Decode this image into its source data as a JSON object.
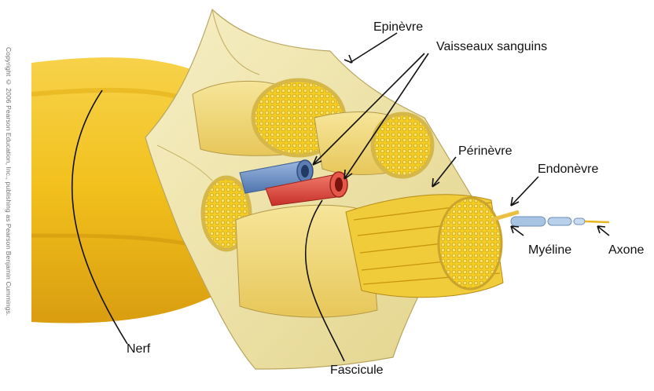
{
  "labels": {
    "epineuvre": "Epinèvre",
    "vaisseaux": "Vaisseaux sanguins",
    "perinevre": "Périnèvre",
    "endonevre": "Endonèvre",
    "myeline": "Myéline",
    "axone": "Axone",
    "nerf": "Nerf",
    "fascicule": "Fascicule"
  },
  "copyright": "Copyright © 2006 Pearson Education, Inc., publishing as Pearson Benjamin Cummings.",
  "colors": {
    "nerve_yellow": "#f2c11f",
    "sheath_cream": "#efe4a6",
    "vein_blue": "#6f94c8",
    "artery_red": "#e2473a",
    "myelin_blue": "#a9c4e2",
    "leader_line": "#111111"
  }
}
